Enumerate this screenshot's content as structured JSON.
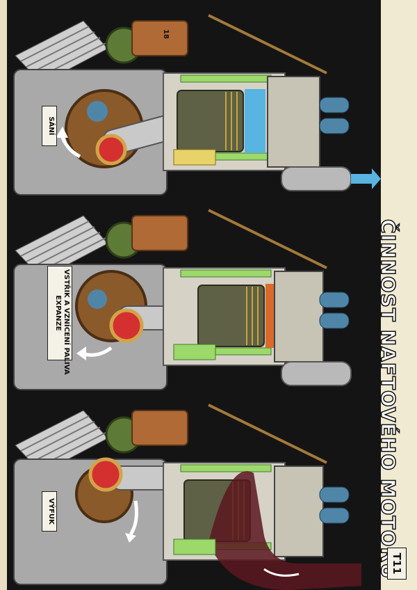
{
  "poster": {
    "title": "ČINNOST NAFTOVÉHO MOTORU",
    "plate_code": "T11"
  },
  "panels": [
    {
      "id": "intake",
      "labels": [
        "SÁNÍ"
      ]
    },
    {
      "id": "expansion",
      "labels": [
        "VSTŘIK A VZNÍCENÍ PALIVA",
        "EXPANZE"
      ]
    },
    {
      "id": "exhaust",
      "labels": [
        "VÝFUK"
      ]
    }
  ],
  "part_marks": {
    "cam_housing_number": "18"
  },
  "colors": {
    "background": "#141414",
    "paper": "#f1ead2",
    "crankcase": "#a9a9a9",
    "cylinder": "#5e6146",
    "coolant_channels": "#9cd86a",
    "copper": "#b06a35",
    "green_gear": "#5d7a36",
    "spring_blue": "#4f86a8",
    "intake_air": "#58b4e0",
    "exhaust_gas": "#5a1820",
    "conrod_eye": "#d43030"
  }
}
